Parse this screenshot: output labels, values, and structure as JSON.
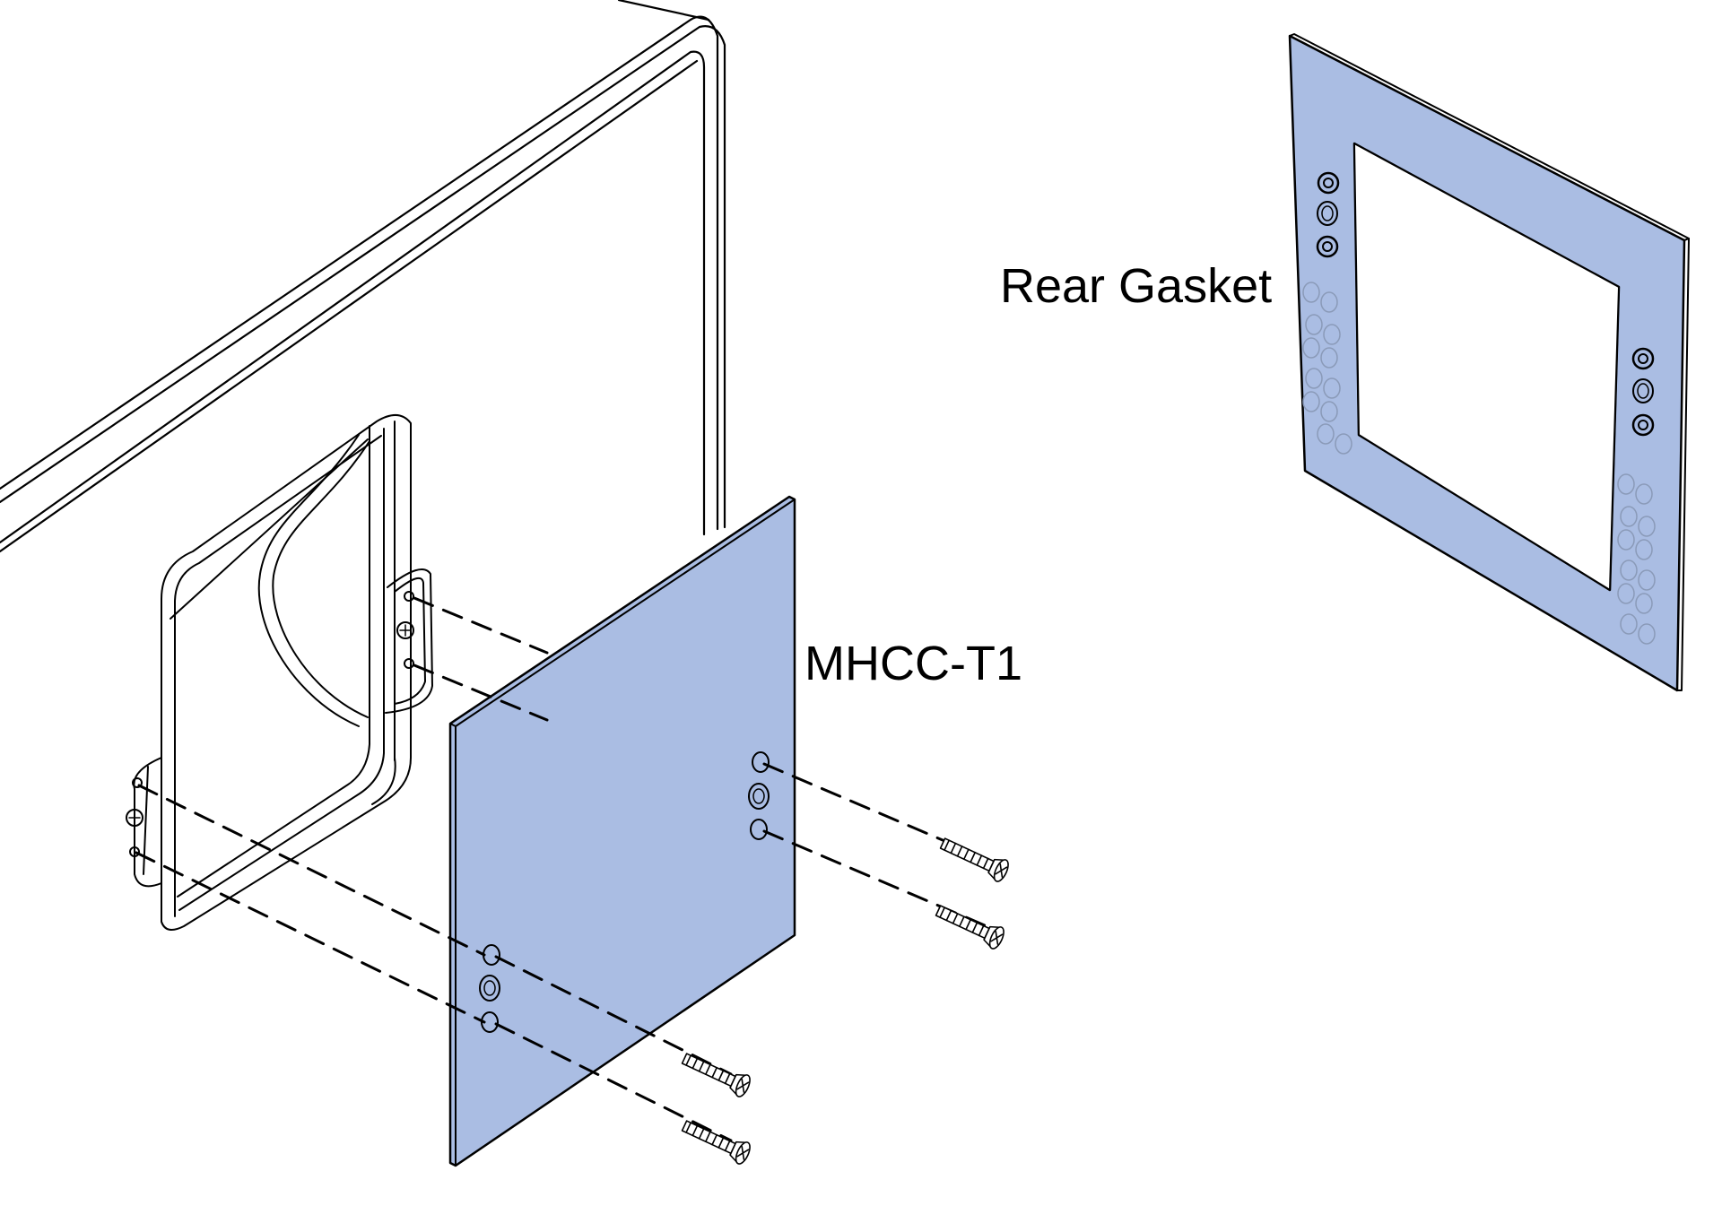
{
  "labels": {
    "rear_gasket": "Rear Gasket",
    "plate": "MHCC-T1"
  },
  "colors": {
    "part_fill": "#aabde3",
    "line": "#000000",
    "background": "#ffffff"
  },
  "parts": [
    {
      "name": "enclosure-housing",
      "kind": "line drawing"
    },
    {
      "name": "mounting-bracket",
      "kind": "line drawing"
    },
    {
      "name": "cover-plate",
      "label_key": "plate"
    },
    {
      "name": "rear-gasket",
      "label_key": "rear_gasket"
    },
    {
      "name": "screws",
      "count": 4
    }
  ]
}
